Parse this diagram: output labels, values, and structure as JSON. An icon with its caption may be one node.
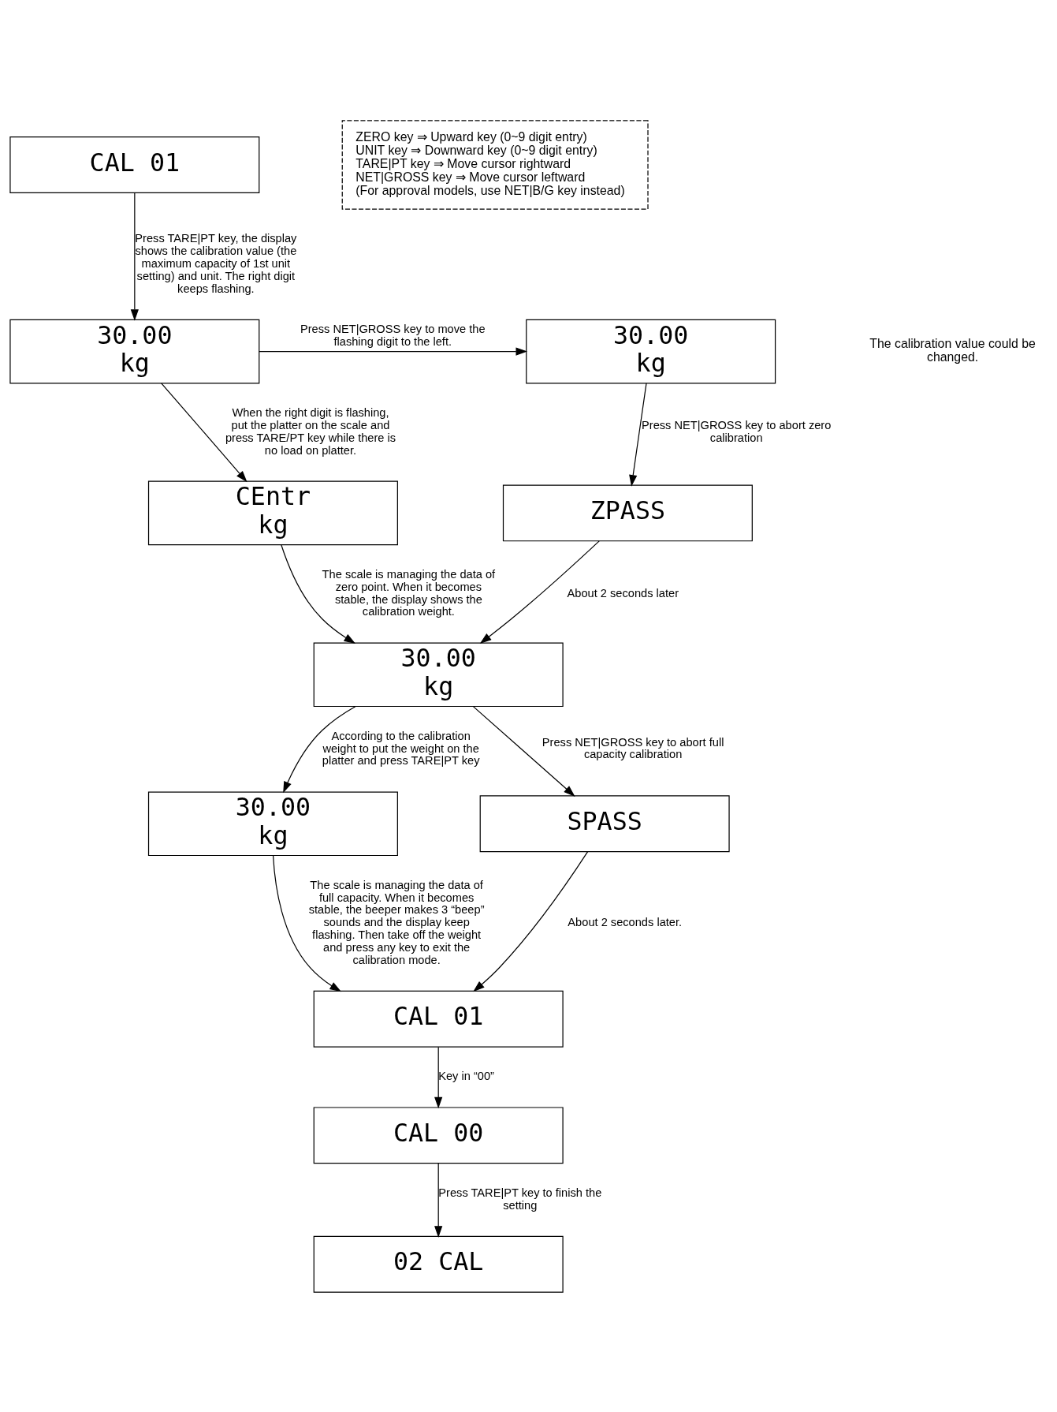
{
  "diagram": {
    "nodes": [
      {
        "text": [
          "CAL 01"
        ]
      },
      {
        "text": [
          "30.00",
          "kg"
        ]
      },
      {
        "text": [
          "30.00",
          "kg"
        ]
      },
      {
        "text": [
          "CEntr",
          "kg"
        ]
      },
      {
        "text": [
          "ZPASS"
        ]
      },
      {
        "text": [
          "30.00",
          "kg"
        ]
      },
      {
        "text": [
          "30.00",
          "kg"
        ]
      },
      {
        "text": [
          "SPASS"
        ]
      },
      {
        "text": [
          "CAL 01"
        ]
      },
      {
        "text": [
          "CAL 00"
        ]
      },
      {
        "text": [
          "02 CAL"
        ]
      },
      {
        "text": [
          "ZERO key ⇒ Upward key (0~9 digit entry)",
          "UNIT key ⇒ Downward key (0~9 digit entry)",
          "TARE|PT key ⇒ Move cursor rightward",
          "NET|GROSS key ⇒ Move cursor leftward",
          "(For approval models, use NET|B/G key instead)"
        ]
      }
    ],
    "edges": [
      {
        "from": 0,
        "to": 1,
        "arrow": "to",
        "label": "Press TARE|PT key, the display shows the calibration value (the maximum capacity of 1st unit setting) and unit. The right digit keeps flashing."
      },
      {
        "from": 1,
        "to": 2,
        "arrow": "to",
        "label": "Press NET|GROSS key to move the flashing digit to the left."
      },
      {
        "from": 1,
        "to": 3,
        "arrow": "to",
        "label": "When the right digit is flashing, put the platter on the scale and press TARE/PT key while there is no load on platter."
      },
      {
        "from": 2,
        "to": 4,
        "arrow": "to",
        "label": "Press NET|GROSS key to abort zero calibration"
      },
      {
        "from": 3,
        "to": 5,
        "arrow": "to",
        "label": "The scale is managing the data of zero point. When it becomes stable, the display shows the calibration weight."
      },
      {
        "from": 4,
        "to": 5,
        "arrow": "to",
        "label": "About 2 seconds later"
      },
      {
        "from": 5,
        "to": 6,
        "arrow": "to",
        "label": "According to the calibration weight to put the weight on the platter and press TARE|PT key"
      },
      {
        "from": 5,
        "to": 7,
        "arrow": "to",
        "label": "Press NET|GROSS key to abort full capacity calibration"
      },
      {
        "from": 6,
        "to": 8,
        "arrow": "to",
        "label": "The scale is managing the data of full capacity. When it becomes stable, the beeper makes 3 “beep” sounds and the display keep flashing. Then take off the weight and press any key to exit the calibration mode."
      },
      {
        "from": 7,
        "to": 8,
        "arrow": "to",
        "label": "About 2 seconds later."
      },
      {
        "from": 8,
        "to": 9,
        "arrow": "to",
        "label": "Key in “00”"
      },
      {
        "from": 9,
        "to": 10,
        "arrow": "to",
        "label": "Press TARE|PT key to finish the setting"
      }
    ],
    "labels": [
      "The calibration value could be changed."
    ]
  }
}
